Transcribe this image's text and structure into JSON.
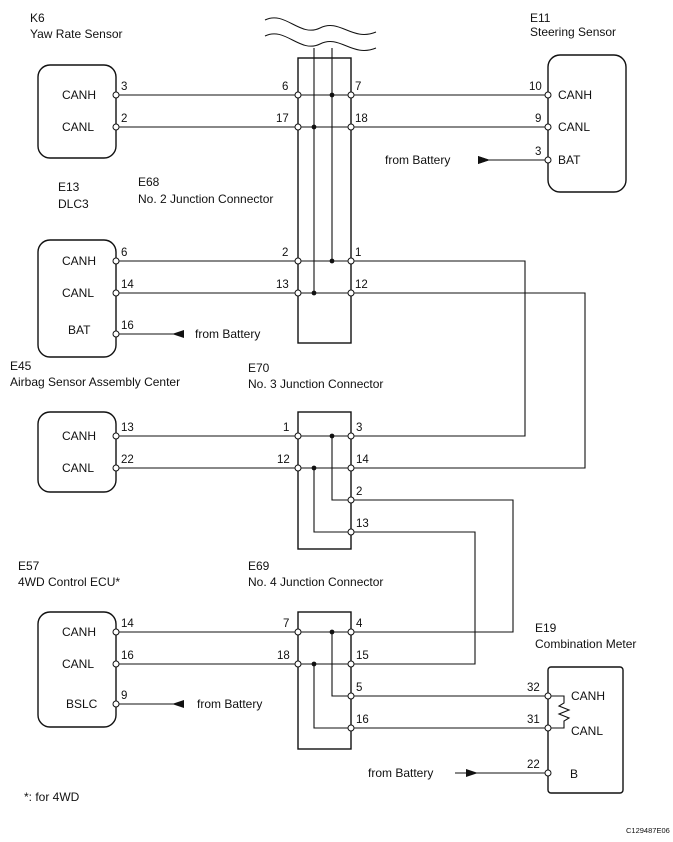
{
  "components": {
    "k6": {
      "code": "K6",
      "name": "Yaw Rate Sensor",
      "pins": [
        {
          "label": "CANH",
          "num": "3"
        },
        {
          "label": "CANL",
          "num": "2"
        }
      ]
    },
    "e11": {
      "code": "E11",
      "name": "Steering Sensor",
      "pins": [
        {
          "label": "CANH",
          "num": "10"
        },
        {
          "label": "CANL",
          "num": "9"
        },
        {
          "label": "BAT",
          "num": "3"
        }
      ]
    },
    "e13": {
      "code": "E13",
      "name": "DLC3",
      "pins": [
        {
          "label": "CANH",
          "num": "6"
        },
        {
          "label": "CANL",
          "num": "14"
        },
        {
          "label": "BAT",
          "num": "16"
        }
      ]
    },
    "e45": {
      "code": "E45",
      "name": "Airbag Sensor Assembly Center",
      "pins": [
        {
          "label": "CANH",
          "num": "13"
        },
        {
          "label": "CANL",
          "num": "22"
        }
      ]
    },
    "e57": {
      "code": "E57",
      "name": "4WD Control ECU*",
      "pins": [
        {
          "label": "CANH",
          "num": "14"
        },
        {
          "label": "CANL",
          "num": "16"
        },
        {
          "label": "BSLC",
          "num": "9"
        }
      ]
    },
    "e19": {
      "code": "E19",
      "name": "Combination Meter",
      "pins": [
        {
          "label": "CANH",
          "num": "32"
        },
        {
          "label": "CANL",
          "num": "31"
        },
        {
          "label": "B",
          "num": "22"
        }
      ]
    }
  },
  "junctions": {
    "e68": {
      "code": "E68",
      "name": "No. 2 Junction Connector",
      "left_pins": [
        "6",
        "17",
        "2",
        "13"
      ],
      "right_pins": [
        "7",
        "18",
        "1",
        "12"
      ]
    },
    "e70": {
      "code": "E70",
      "name": "No. 3 Junction Connector",
      "left_pins": [
        "1",
        "12"
      ],
      "right_pins": [
        "3",
        "14",
        "2",
        "13"
      ]
    },
    "e69": {
      "code": "E69",
      "name": "No. 4 Junction Connector",
      "left_pins": [
        "7",
        "18"
      ],
      "right_pins": [
        "4",
        "15",
        "5",
        "16"
      ]
    }
  },
  "from_battery": "from Battery",
  "footnote": "*: for 4WD",
  "figure_id": "C129487E06"
}
